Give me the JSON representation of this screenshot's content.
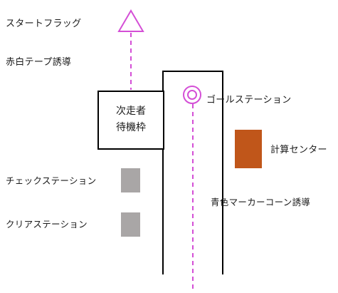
{
  "colors": {
    "route_pink": "#d44fd6",
    "computer_orange": "#c0561a",
    "station_gray": "#a9a6a6",
    "line_black": "#000000"
  },
  "labels": {
    "start_flag": "スタートフラッグ",
    "red_tape": "赤白テープ誘導",
    "goal_station": "ゴールステーション",
    "waiting_box_line1": "次走者",
    "waiting_box_line2": "待機枠",
    "calc_center": "計算センター",
    "check_station": "チェックステーション",
    "clear_station": "クリアステーション",
    "blue_cone": "青色マーカーコーン誘導"
  }
}
